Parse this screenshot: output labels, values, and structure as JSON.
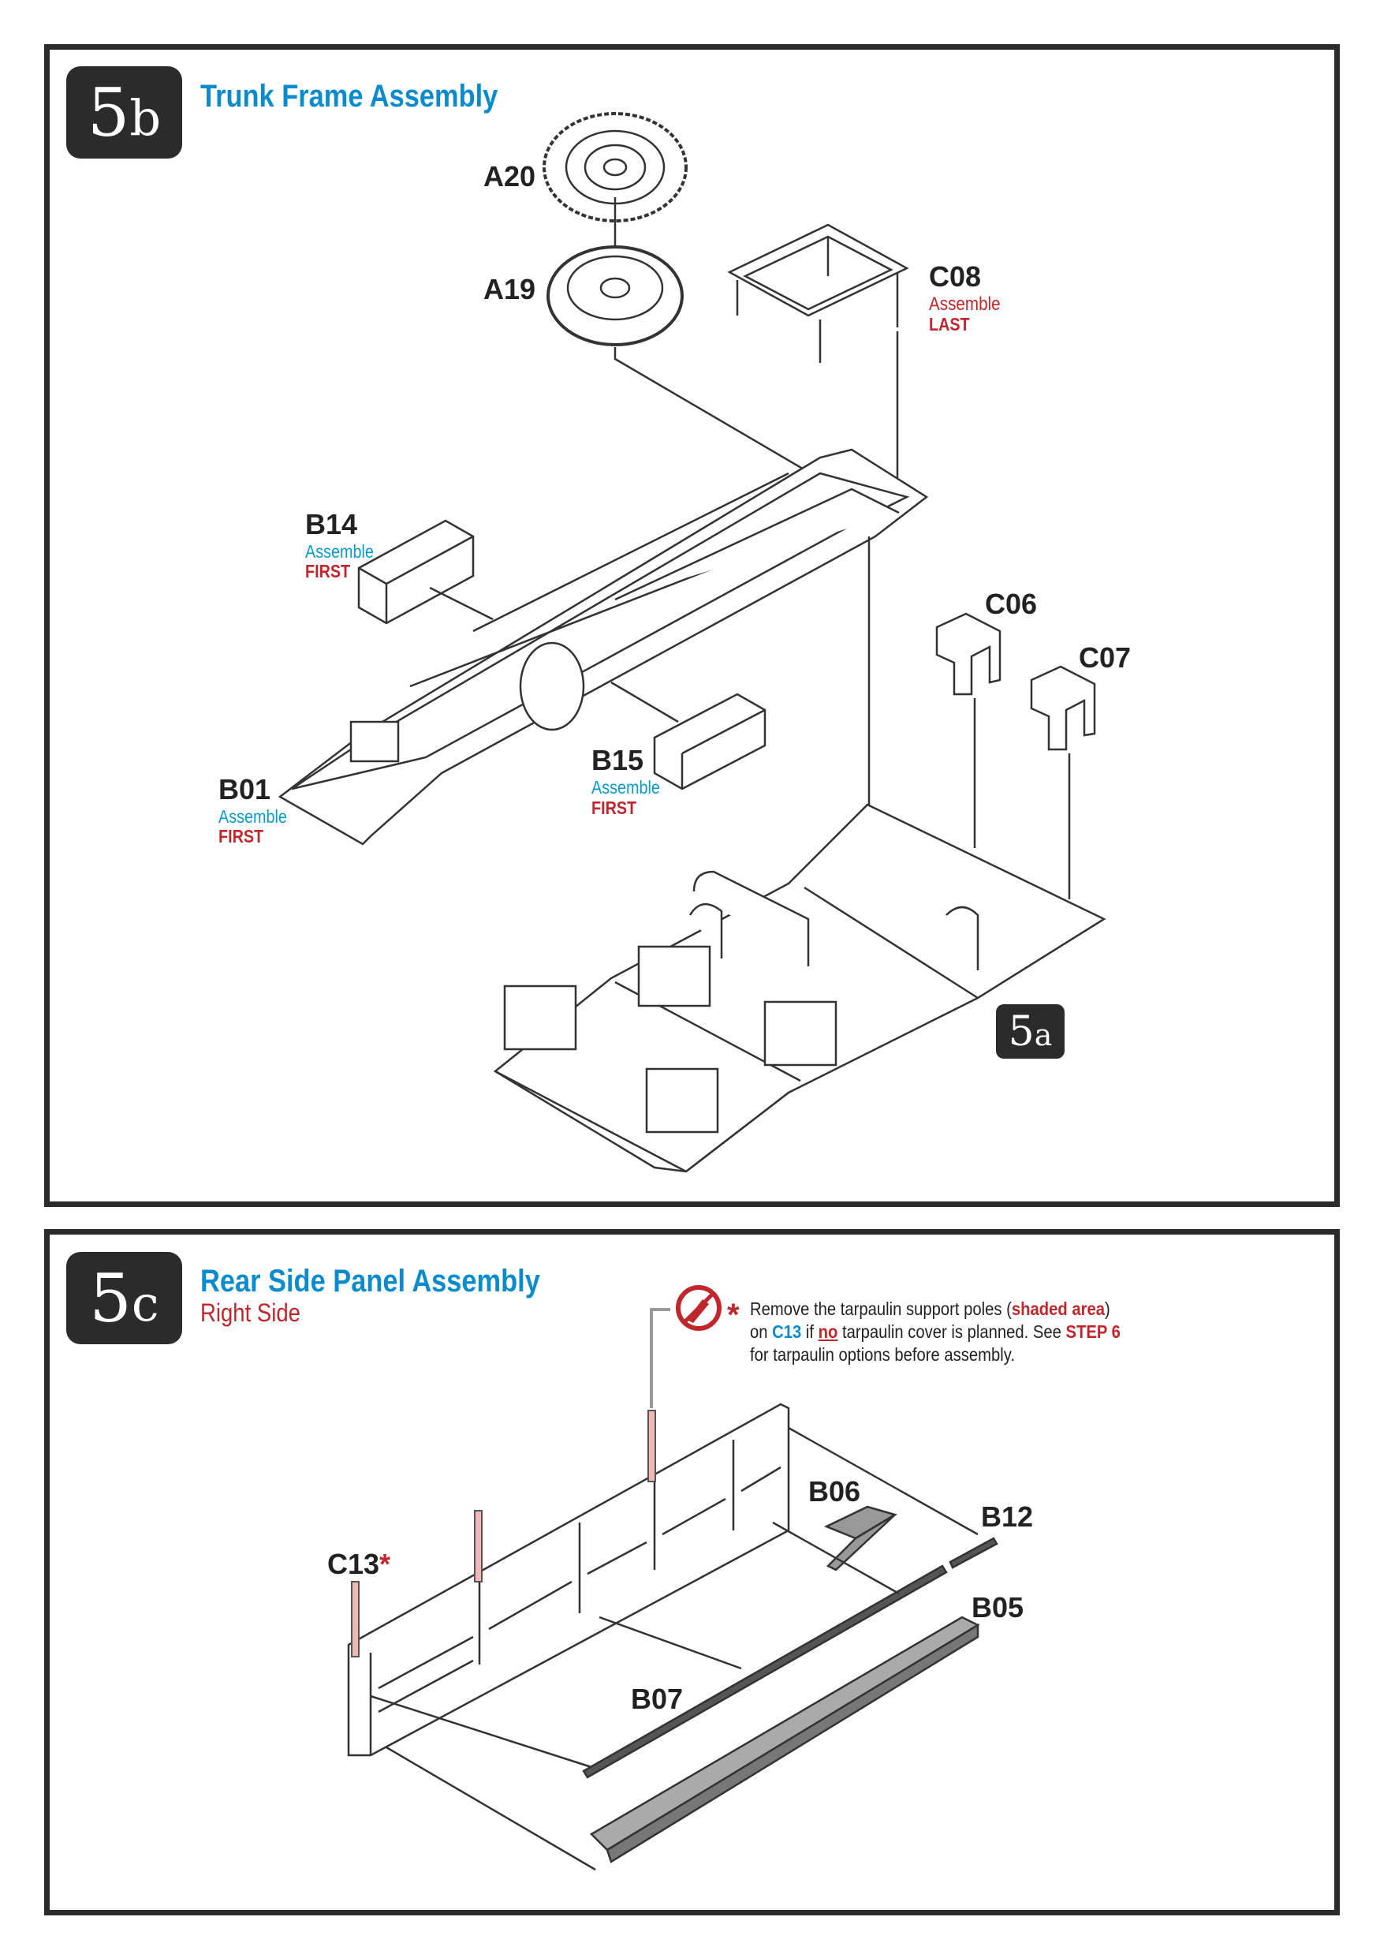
{
  "step_5b": {
    "badge_num": "5",
    "badge_letter": "b",
    "title": "Trunk Frame Assembly",
    "parts": {
      "A20": "A20",
      "A19": "A19",
      "C08": {
        "code": "C08",
        "note1": "Assemble",
        "note2": "LAST"
      },
      "B14": {
        "code": "B14",
        "note1": "Assemble",
        "note2": "FIRST"
      },
      "B15": {
        "code": "B15",
        "note1": "Assemble",
        "note2": "FIRST"
      },
      "B01": {
        "code": "B01",
        "note1": "Assemble",
        "note2": "FIRST"
      },
      "C06": "C06",
      "C07": "C07"
    },
    "ref_badge_num": "5",
    "ref_badge_letter": "a"
  },
  "step_5c": {
    "badge_num": "5",
    "badge_letter": "c",
    "title": "Rear Side Panel Assembly",
    "subtitle": "Right Side",
    "note": {
      "asterisk": "*",
      "l1a": "Remove the tarpaulin support poles (",
      "l1b": "shaded area",
      "l1c": ")",
      "l2a": "on ",
      "l2b": "C13",
      "l2c": " if ",
      "l2d": "no",
      "l2e": " tarpaulin cover is planned.  See ",
      "l2f": "STEP 6",
      "l3": "for tarpaulin options before assembly."
    },
    "parts": {
      "C13": "C13",
      "C13_mark": "*",
      "B06": "B06",
      "B12": "B12",
      "B05": "B05",
      "B07": "B07"
    }
  },
  "colors": {
    "accent_blue": "#0a8ccc",
    "accent_red": "#c0272d",
    "frame": "#2b2b2b",
    "pole": "#f2b8b8"
  }
}
